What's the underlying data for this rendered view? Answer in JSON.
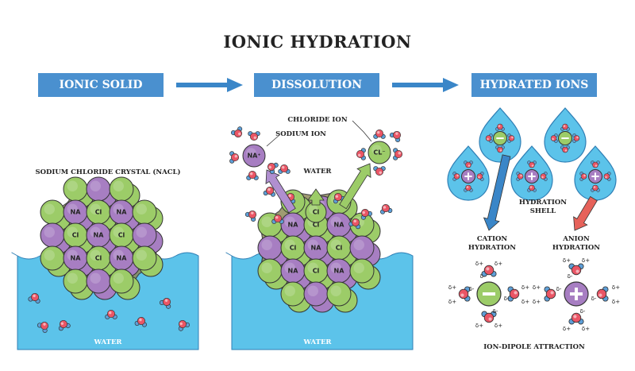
{
  "title": "IONIC HYDRATION",
  "stages": [
    "IONIC SOLID",
    "DISSOLUTION",
    "HYDRATED IONS"
  ],
  "labels": {
    "crystal": "SODIUM CHLORIDE CRYSTAL (NACL)",
    "water_left": "WATER",
    "water_right": "WATER",
    "water_mid": "WATER",
    "chloride_ion": "CHLORIDE ION",
    "sodium_ion": "SODIUM ION",
    "hydration_shell": "HYDRATION\nSHELL",
    "cation_hydration": "CATION\nHYDRATION",
    "anion_hydration": "ANION\nHYDRATION",
    "ion_dipole": "ION-DIPOLE ATTRACTION"
  },
  "ions": {
    "na": "NA",
    "cl": "Cl",
    "na_plus": "NA⁺",
    "cl_minus": "CL⁻"
  },
  "charges": {
    "delta_minus": "δ-",
    "delta_plus": "δ+"
  },
  "colors": {
    "stage_bg": "#4a90cf",
    "water": "#5cc3ea",
    "sodium": "#a77ec2",
    "chlorine": "#9ccc68",
    "crystal_bg": "#8f8a5a",
    "oxygen": "#ea5565",
    "hydrogen": "#5e9fd8",
    "arrow_blue": "#3a86c8",
    "arrow_red": "#e6625a"
  }
}
